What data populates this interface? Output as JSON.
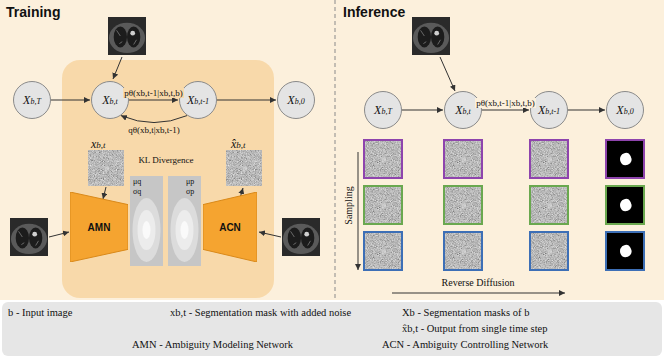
{
  "diagram": {
    "nodes": [
      {
        "text": [
          "Training"
        ]
      },
      {
        "text": [
          "Xb,T"
        ],
        "in": 0
      },
      {
        "text": [
          "Xb,t"
        ],
        "in": 0
      },
      {
        "text": [
          "Xb,t-1"
        ],
        "in": 0
      },
      {
        "text": [
          "Xb,0"
        ],
        "in": 0
      },
      {
        "text": [
          "AMN"
        ],
        "in": 0
      },
      {
        "text": [
          "ACN"
        ],
        "in": 0
      },
      {
        "text": [
          "Inference"
        ]
      },
      {
        "text": [
          "Xb,T"
        ],
        "in": 7
      },
      {
        "text": [
          "Xb,t"
        ],
        "in": 7
      },
      {
        "text": [
          "Xb,t-1"
        ],
        "in": 7
      },
      {
        "text": [
          "Xb,0"
        ],
        "in": 7
      },
      {
        "text": [
          "b - Input image",
          "xb,t - Segmentation mask with added noise",
          "Xb - Segmentation masks of b",
          "x̂b,t - Output from single time step",
          "AMN - Ambiguity Modeling Network",
          "ACN - Ambiguity Controlling Network"
        ]
      }
    ],
    "edges": [
      {
        "from": 1,
        "to": 2,
        "arrow": "to"
      },
      {
        "from": 2,
        "to": 3,
        "label": "pθ(xb,t-1|xb,t,b)",
        "arrow": "to"
      },
      {
        "from": 3,
        "to": 2,
        "label": "qθ(xb,t|xb,t-1)",
        "arrow": "to"
      },
      {
        "from": 3,
        "to": 4,
        "arrow": "to"
      },
      {
        "from": 8,
        "to": 9,
        "arrow": "to"
      },
      {
        "from": 9,
        "to": 10,
        "label": "pθ(xb,t-1|xb,t,b)",
        "arrow": "to"
      },
      {
        "from": 10,
        "to": 11,
        "arrow": "to"
      }
    ],
    "labels": [
      "xb,t",
      "x̂b,t",
      "KL Divergence",
      "μq",
      "σq",
      "μp",
      "σp",
      "Sampling",
      "Reverse Diffusion"
    ]
  }
}
